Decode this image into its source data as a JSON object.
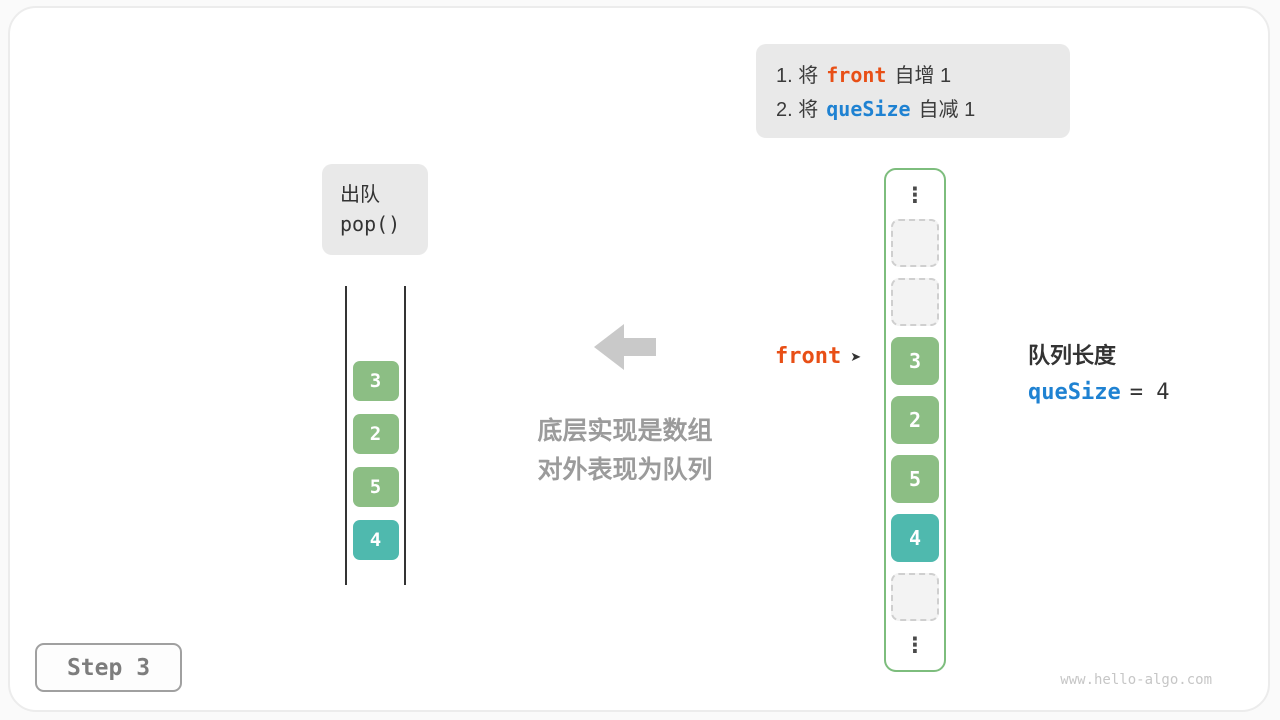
{
  "instruction": {
    "line1": {
      "prefix": "1. 将",
      "code": "front",
      "suffix": "自增 1"
    },
    "line2": {
      "prefix": "2. 将",
      "code": "queSize",
      "suffix": "自减 1"
    }
  },
  "operation": {
    "title": "出队",
    "code": "pop()"
  },
  "abstract_queue": {
    "cells": [
      {
        "value": "3",
        "color": "green"
      },
      {
        "value": "2",
        "color": "green"
      },
      {
        "value": "5",
        "color": "green"
      },
      {
        "value": "4",
        "color": "teal"
      }
    ]
  },
  "center": {
    "caption_line1": "底层实现是数组",
    "caption_line2": "对外表现为队列"
  },
  "front_pointer": {
    "label": "front",
    "arrow": "➤"
  },
  "array_view": {
    "cells": [
      {
        "type": "ellipsis",
        "glyph": "⋮"
      },
      {
        "type": "empty"
      },
      {
        "type": "empty"
      },
      {
        "type": "value",
        "value": "3",
        "color": "green"
      },
      {
        "type": "value",
        "value": "2",
        "color": "green"
      },
      {
        "type": "value",
        "value": "5",
        "color": "green"
      },
      {
        "type": "value",
        "value": "4",
        "color": "teal"
      },
      {
        "type": "empty"
      },
      {
        "type": "ellipsis",
        "glyph": "⋮"
      }
    ]
  },
  "queue_length": {
    "label": "队列长度",
    "var": "queSize",
    "value": "= 4"
  },
  "step": {
    "label": "Step 3"
  },
  "watermark": "www.hello-algo.com",
  "colors": {
    "green": "#8cbe84",
    "teal": "#4fb9ae",
    "orange": "#e84f16",
    "blue": "#1f82d2",
    "array_border": "#7dbd7d",
    "box_background": "#e9e9e9",
    "muted_text": "#9b9b9b",
    "arrow_gray": "#c9c9c9"
  }
}
